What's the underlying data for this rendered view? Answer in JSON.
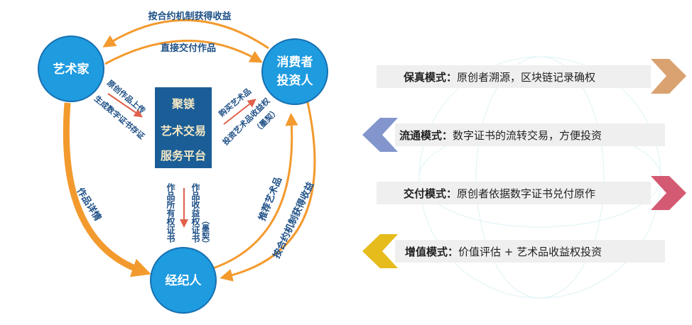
{
  "nodes": {
    "artist": "艺术家",
    "consumer_line1": "消费者",
    "consumer_line2": "投资人",
    "broker": "经纪人"
  },
  "platform": {
    "line1": "聚镁",
    "line2": "艺术交易",
    "line3": "服务平台"
  },
  "edges": {
    "top_outer": "按合约机制获得收益",
    "top_inner": "直接交付作品",
    "artist_to_platform_1": "原创作品上传",
    "artist_to_platform_2": "生成数字证书存证",
    "platform_to_consumer_1": "购买艺术品",
    "platform_to_consumer_2": "投资艺术品收益权",
    "platform_to_consumer_3": "（墨契）",
    "platform_to_broker_1": "作品所有权证书",
    "platform_to_broker_2": "作品收益权证书",
    "platform_to_broker_3": "（墨契）",
    "left_arc": "作品详情",
    "right_inner": "推荐艺术品",
    "right_outer": "按合约机制获得收益"
  },
  "modes": [
    {
      "title": "保真模式：",
      "desc": "原创者溯源，区块链记录确权",
      "color": "#d9a270",
      "side": "right"
    },
    {
      "title": "流通模式：",
      "desc": "数字证书的流转交易，方便投资",
      "color": "#8295cc",
      "side": "left"
    },
    {
      "title": "交付模式：",
      "desc": "原创者依据数字证书兑付原作",
      "color": "#d45a73",
      "side": "right"
    },
    {
      "title": "增值模式：",
      "desc": "价值评估 + 艺术品收益权投资",
      "color": "#e6bb1c",
      "side": "left"
    }
  ],
  "colors": {
    "node": "#1f9be0",
    "platform": "#1b5e97",
    "arrow": "#f39a2e",
    "text": "#1d4f86"
  }
}
